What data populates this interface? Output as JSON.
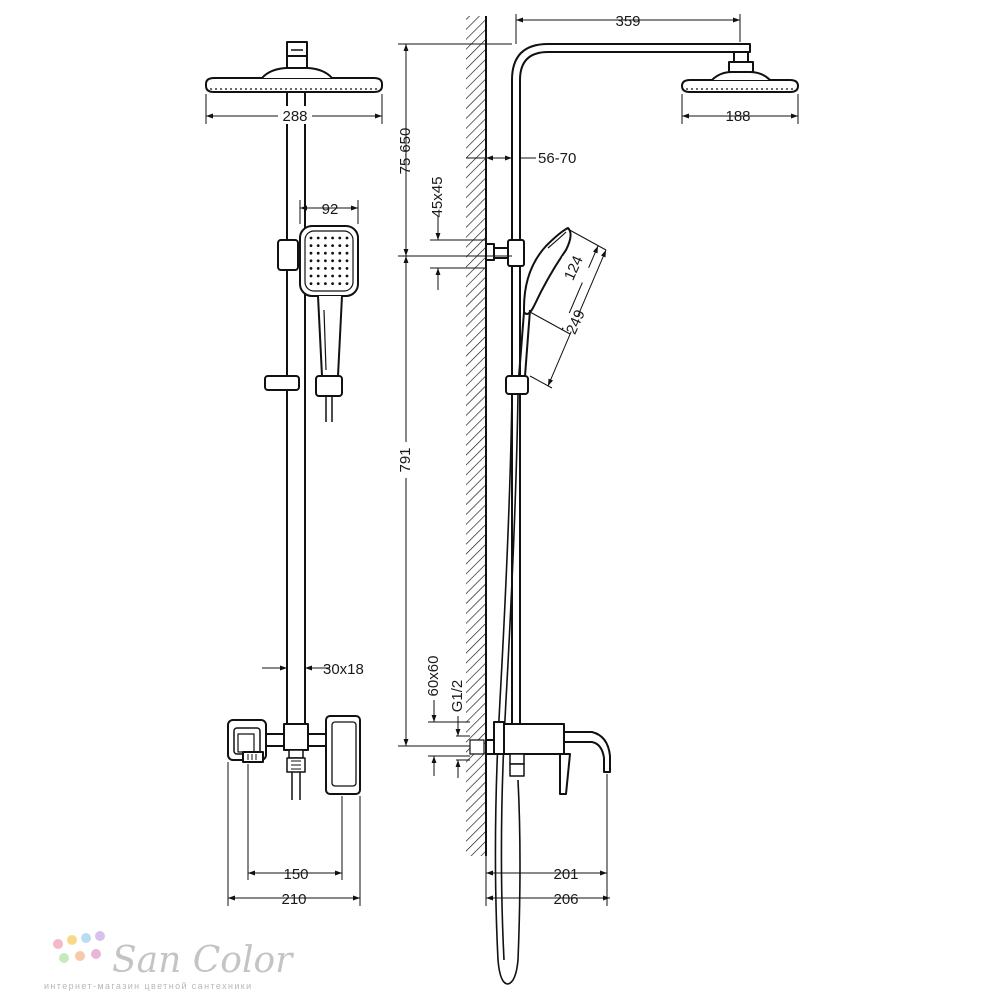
{
  "front_view": {
    "dims": {
      "head_width": "288",
      "hand_shower_width": "92",
      "rail_section": "30x18",
      "outlet_span": "150",
      "mixer_width": "210"
    }
  },
  "side_view": {
    "dims": {
      "arm_length": "359",
      "head_depth": "188",
      "wall_bracket": "56-70",
      "bracket_size": "45x45",
      "height_adjust": "75-650",
      "total_height": "791",
      "hand_head_width": "124",
      "hand_length": "249",
      "mixer_plate": "60x60",
      "thread": "G1/2",
      "spout_reach": "201",
      "spout_outer": "206"
    }
  },
  "logo": {
    "name": "San Color",
    "tagline": "интернет-магазин цветной сантехники",
    "dot_colors": [
      "#f4b9c6",
      "#f7d98c",
      "#b9dcef",
      "#d5c1ea",
      "#c6e9c0",
      "#f6c9a8",
      "#e9b6d8"
    ]
  }
}
